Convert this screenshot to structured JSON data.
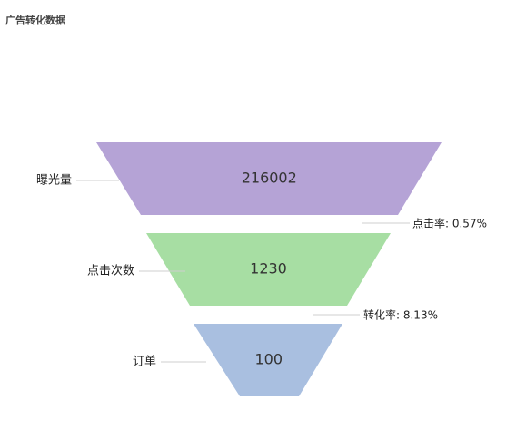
{
  "chart_data": {
    "type": "funnel",
    "title": "广告转化数据",
    "stages": [
      {
        "name": "曝光量",
        "value": 216002,
        "color": "#b5a3d6"
      },
      {
        "name": "点击次数",
        "value": 1230,
        "color": "#a7dea3"
      },
      {
        "name": "订单",
        "value": 100,
        "color": "#a9bfe0"
      }
    ],
    "rates": [
      {
        "label": "点击率",
        "value": "0.57%"
      },
      {
        "label": "转化率",
        "value": "8.13%"
      }
    ]
  }
}
